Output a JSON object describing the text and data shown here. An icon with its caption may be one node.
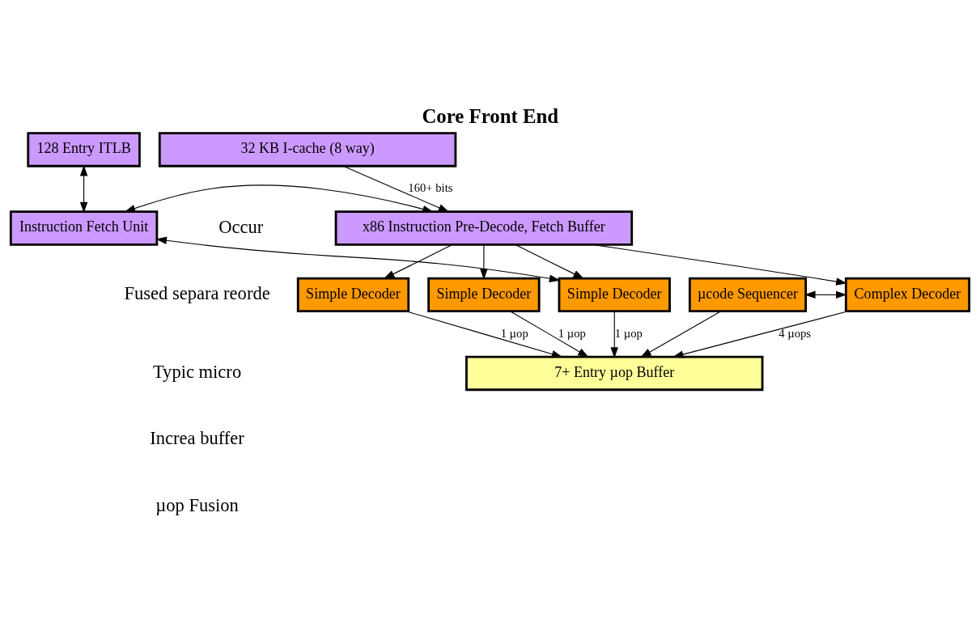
{
  "diagram": {
    "title": "Core Front End",
    "nodes": [
      {
        "text": [
          "128 Entry ITLB"
        ]
      },
      {
        "text": [
          "32 KB I-cache (8 way)"
        ]
      },
      {
        "text": [
          "Instruction Fetch Unit"
        ]
      },
      {
        "text": [
          "x86 Instruction Pre-Decode, Fetch Buffer"
        ]
      },
      {
        "text": [
          "Complex Decoder"
        ]
      },
      {
        "text": [
          "Simple Decoder"
        ]
      },
      {
        "text": [
          "Simple Decoder"
        ]
      },
      {
        "text": [
          "Simple Decoder"
        ]
      },
      {
        "text": [
          "µcode Sequencer"
        ]
      },
      {
        "text": [
          "7+ Entry µop Buffer"
        ]
      }
    ],
    "edges": [
      {
        "from": 0,
        "to": 2,
        "arrow": "both"
      },
      {
        "from": 1,
        "to": 3,
        "arrow": "to",
        "label": "160+ bits"
      },
      {
        "from": 2,
        "to": 3,
        "arrow": "both"
      },
      {
        "from": 2,
        "to": 7,
        "arrow": "both"
      },
      {
        "from": 3,
        "to": 4,
        "arrow": "to"
      },
      {
        "from": 3,
        "to": 5,
        "arrow": "to"
      },
      {
        "from": 3,
        "to": 6,
        "arrow": "to"
      },
      {
        "from": 3,
        "to": 7,
        "arrow": "to"
      },
      {
        "from": 8,
        "to": 4,
        "arrow": "both"
      },
      {
        "from": 8,
        "to": 9,
        "arrow": "to"
      },
      {
        "from": 4,
        "to": 9,
        "arrow": "to",
        "label": "4 µops"
      },
      {
        "from": 5,
        "to": 9,
        "arrow": "to",
        "label": "1 µop"
      },
      {
        "from": 6,
        "to": 9,
        "arrow": "to",
        "label": "1 µop"
      },
      {
        "from": 7,
        "to": 9,
        "arrow": "to",
        "label": "1 µop"
      }
    ],
    "labels": [
      "Occur",
      "Fused separa reorde",
      "Typic micro",
      "Increa buffer",
      "µop Fusion"
    ]
  }
}
